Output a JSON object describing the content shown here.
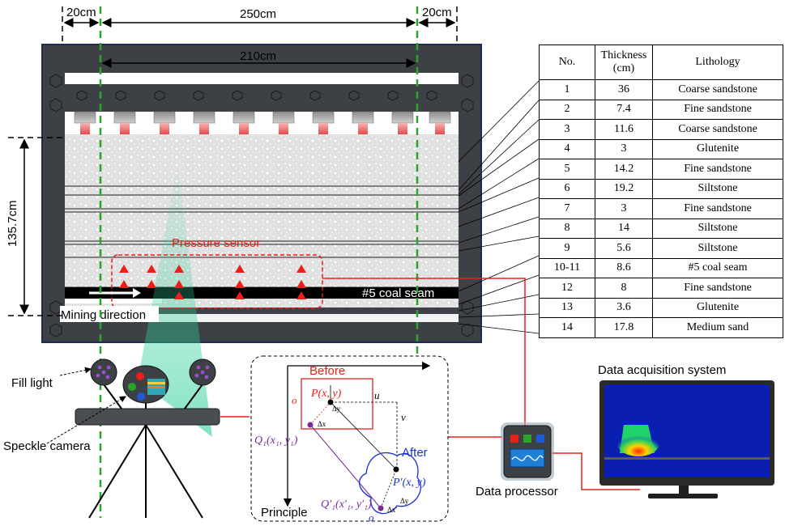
{
  "dimensions": {
    "left_margin": "20cm",
    "total_width": "250cm",
    "right_margin": "20cm",
    "inner_width": "210cm",
    "height": "135.7cm"
  },
  "model_labels": {
    "pressure_sensor": "Pressure sensor",
    "coal_seam": "#5 coal seam",
    "mining_direction": "Mining direction"
  },
  "equipment": {
    "fill_light": "Fill light",
    "speckle_camera": "Speckle camera",
    "data_acquisition": "Data acquisition system",
    "data_processor": "Data processor"
  },
  "principle": {
    "title": "Principle",
    "before": "Before",
    "after": "After",
    "p": "P(x, y)",
    "p_prime": "P′(x, y)",
    "q1": "Q₁(x₁, y₁)",
    "q1_prime": "Q′₁(x′₁, y′₁)",
    "o": "o",
    "o2": "o",
    "u": "u",
    "v": "v",
    "dx": "Δx",
    "dy": "Δy",
    "dx2": "Δx′",
    "dy2": "Δy"
  },
  "table": {
    "headers": [
      "No.",
      "Thickness (cm)",
      "Lithology"
    ],
    "rows": [
      [
        "1",
        "36",
        "Coarse sandstone"
      ],
      [
        "2",
        "7.4",
        "Fine sandstone"
      ],
      [
        "3",
        "11.6",
        "Coarse sandstone"
      ],
      [
        "4",
        "3",
        "Glutenite"
      ],
      [
        "5",
        "14.2",
        "Fine sandstone"
      ],
      [
        "6",
        "19.2",
        "Siltstone"
      ],
      [
        "7",
        "3",
        "Fine sandstone"
      ],
      [
        "8",
        "14",
        "Siltstone"
      ],
      [
        "9",
        "5.6",
        "Siltstone"
      ],
      [
        "10-11",
        "8.6",
        "#5 coal seam"
      ],
      [
        "12",
        "8",
        "Fine sandstone"
      ],
      [
        "13",
        "3.6",
        "Glutenite"
      ],
      [
        "14",
        "17.8",
        "Medium sand"
      ]
    ]
  },
  "colors": {
    "frame": "#3d4045",
    "frame_border": "#1c2c55",
    "sensor_red": "#e8201a",
    "green_guide": "#2aa52a",
    "camera_cone": "#2fcf9b",
    "after_blue": "#1a2fd6",
    "q_purple": "#7a2a9a"
  }
}
